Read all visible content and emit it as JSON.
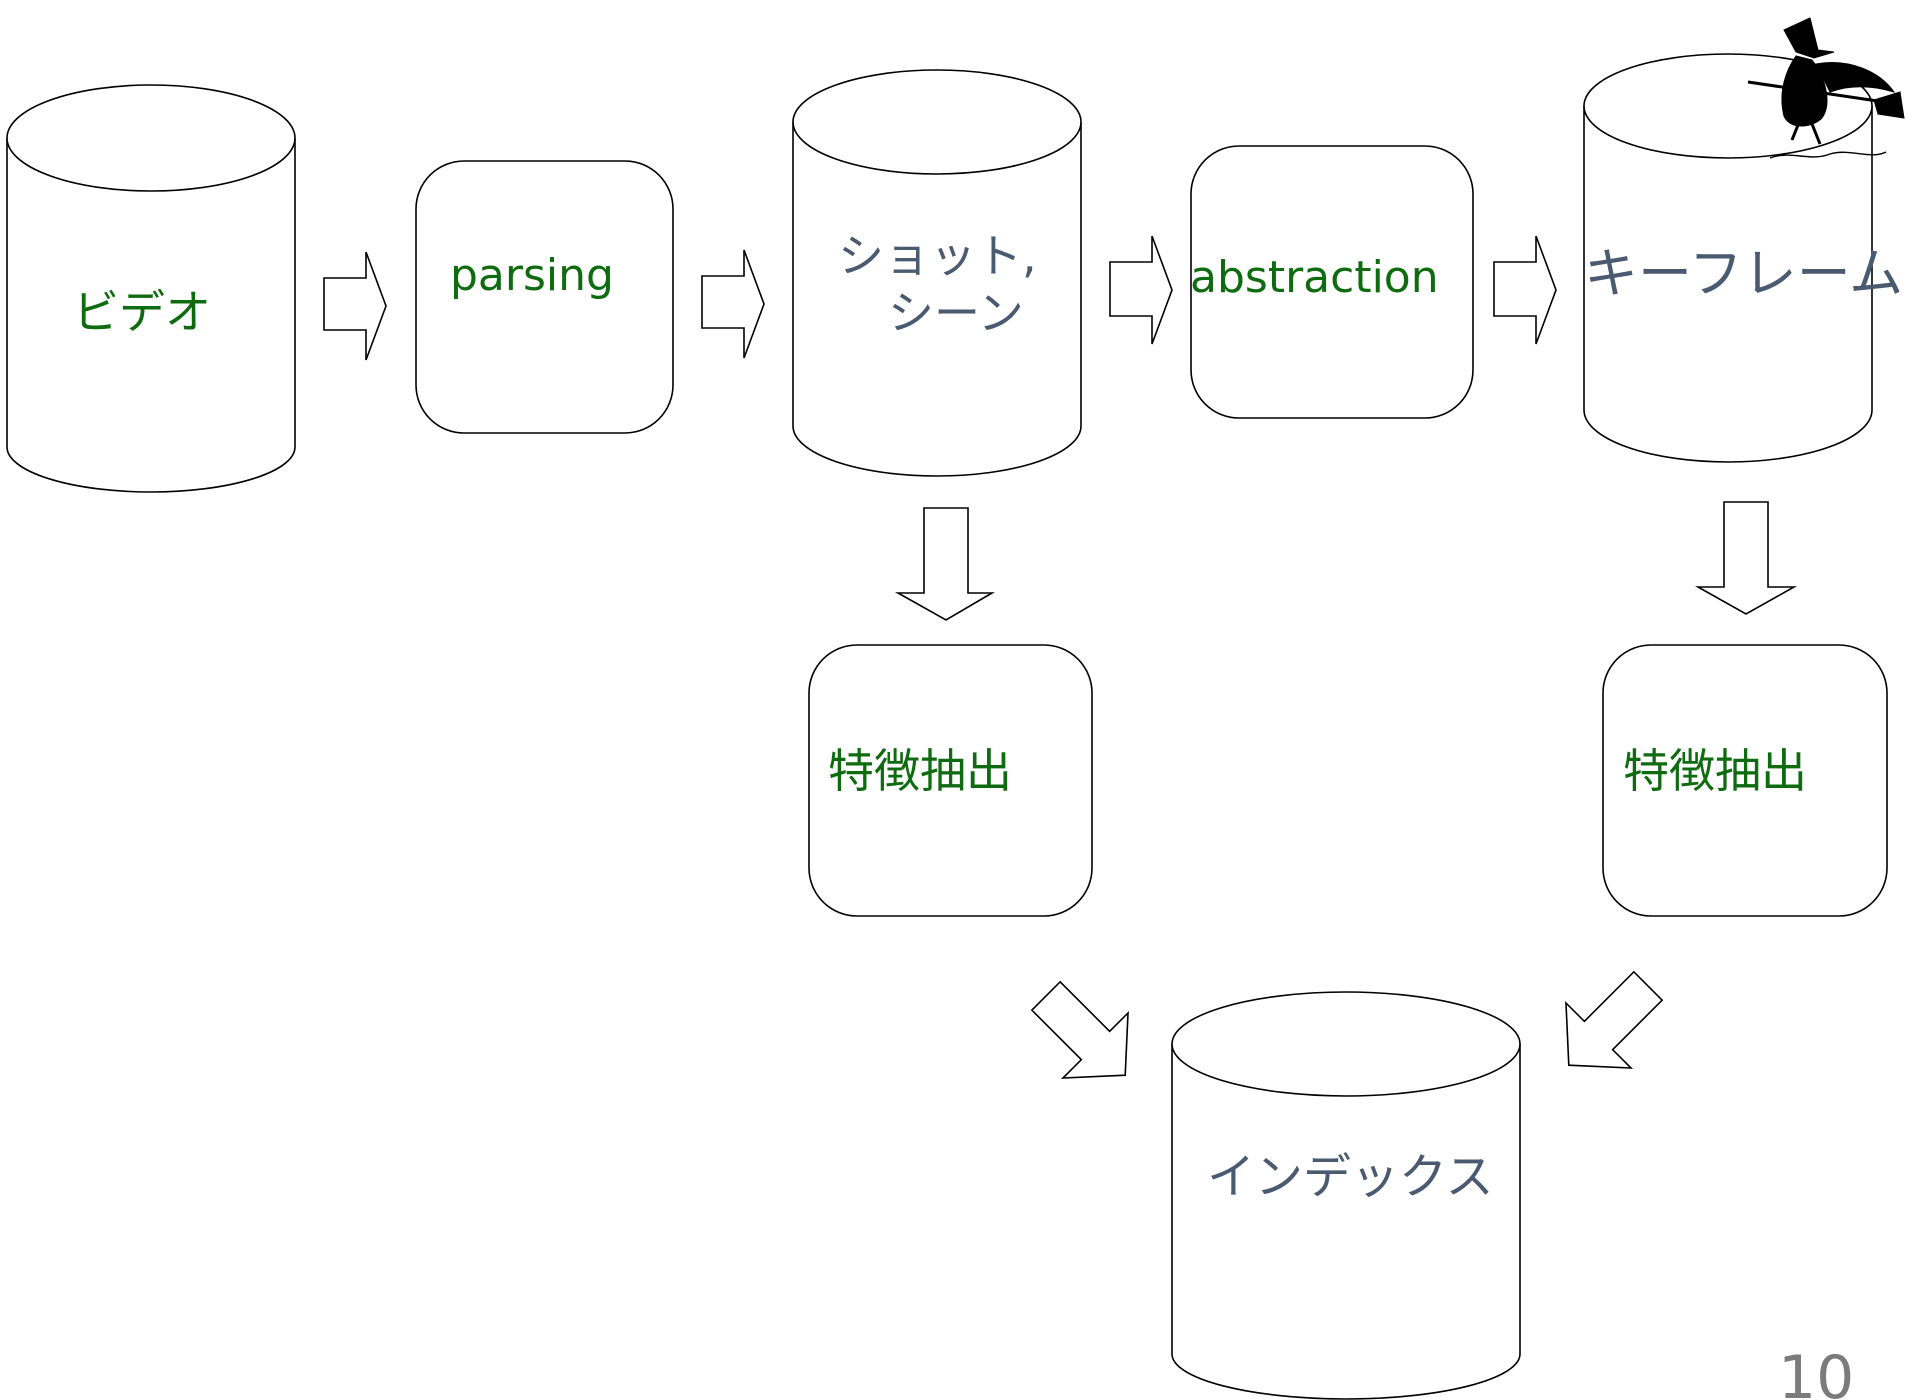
{
  "diagram": {
    "nodes": {
      "video": {
        "label": "ビデオ",
        "color": "#0f6b0f"
      },
      "parsing": {
        "label": "parsing",
        "color": "#0f6b0f"
      },
      "shots": {
        "label_line1": "ショット,",
        "label_line2": "シーン",
        "color": "#4a5a70"
      },
      "abstraction": {
        "label": "abstraction",
        "color": "#0f6b0f"
      },
      "keyframes": {
        "label": "キーフレーム",
        "color": "#4a5a70"
      },
      "feature_left": {
        "label": "特徴抽出",
        "color": "#0f6b0f"
      },
      "feature_right": {
        "label": "特徴抽出",
        "color": "#0f6b0f"
      },
      "index": {
        "label": "インデックス",
        "color": "#4a5a70"
      }
    },
    "arrow_style": "outline block arrows",
    "logo": "witch-on-broom-logo"
  },
  "page_number": "10"
}
